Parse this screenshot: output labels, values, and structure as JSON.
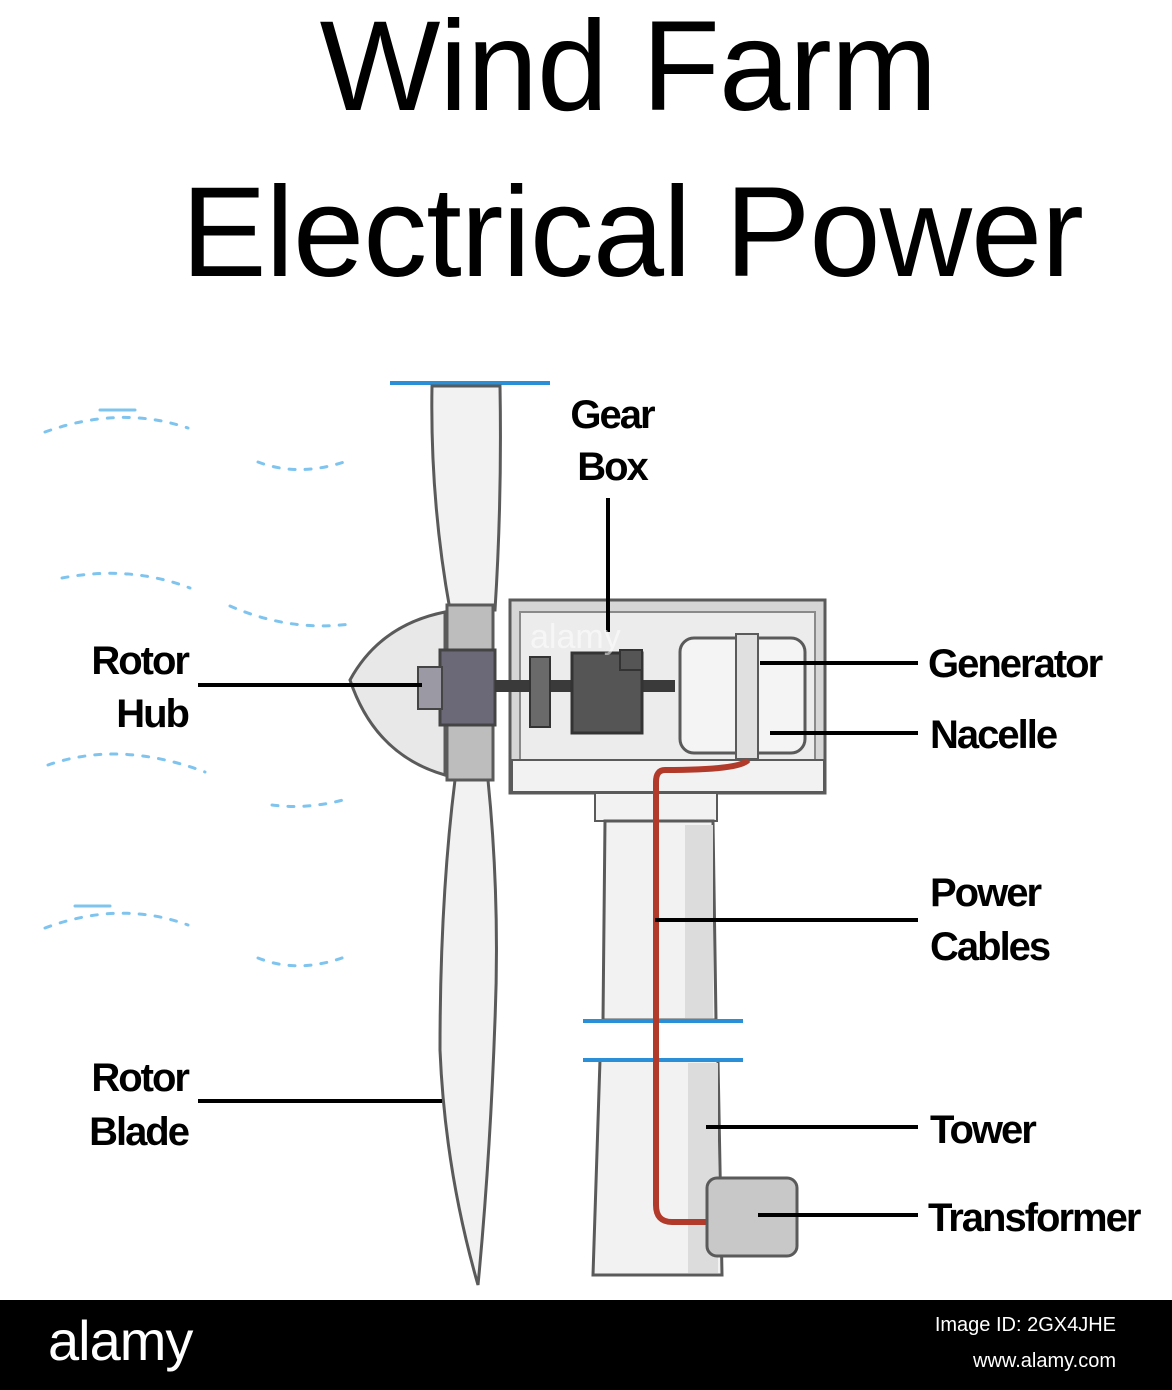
{
  "title": {
    "line1": "Wind Farm",
    "line2": "Electrical Power"
  },
  "labels": {
    "gear_box": [
      "Gear",
      "Box"
    ],
    "rotor_hub": [
      "Rotor",
      "Hub"
    ],
    "generator": "Generator",
    "nacelle": "Nacelle",
    "power_cables": [
      "Power",
      "Cables"
    ],
    "rotor_blade": [
      "Rotor",
      "Blade"
    ],
    "tower": "Tower",
    "transformer": "Transformer"
  },
  "watermark": "alamy",
  "footer": {
    "logo": "alamy",
    "image_id": "Image ID: 2GX4JHE",
    "url": "www.alamy.com"
  },
  "colors": {
    "wind": "#7ec4ee",
    "blade": "#f2f2f2",
    "outline": "#5a5a5a",
    "hub": "#6b6878",
    "cable": "#b23a2a",
    "accent_line": "#2a8fd6"
  }
}
